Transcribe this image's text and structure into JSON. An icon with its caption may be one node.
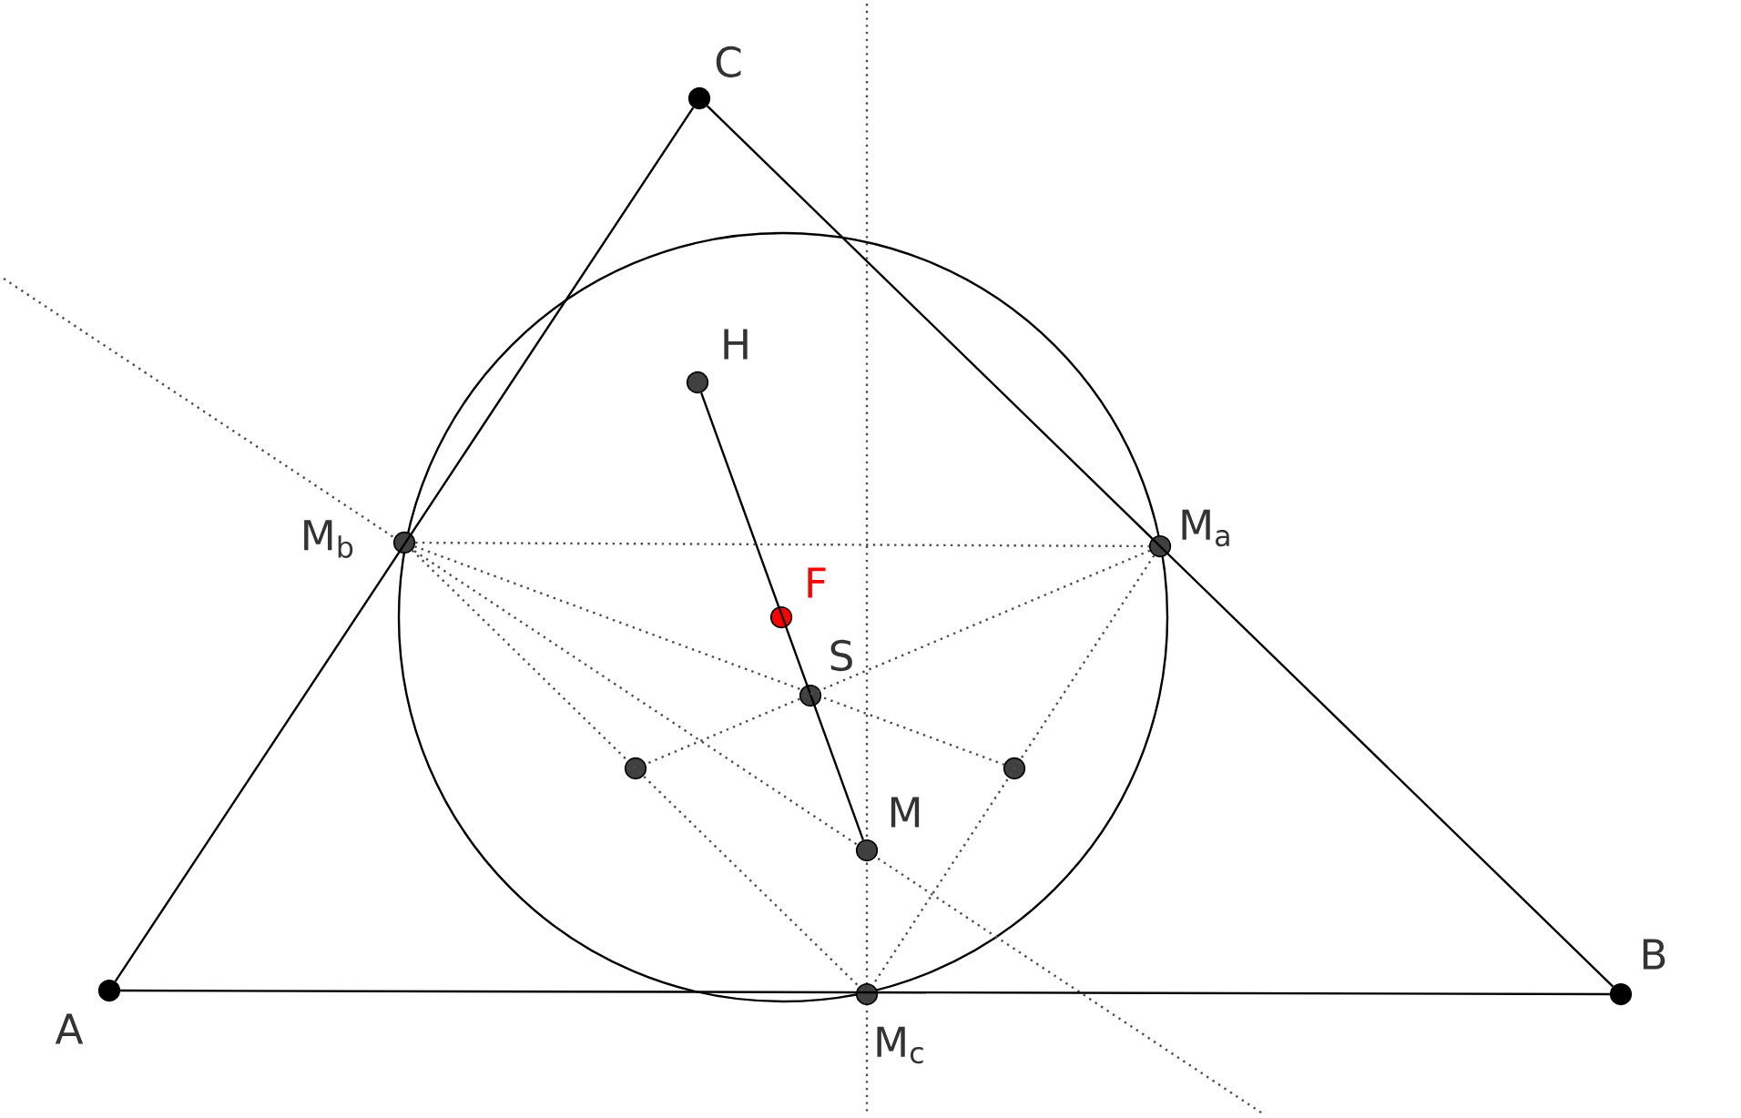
{
  "diagram": {
    "nodes": [
      {
        "text": [
          "A"
        ]
      },
      {
        "text": [
          "B"
        ]
      },
      {
        "text": [
          "C"
        ]
      },
      {
        "text": [
          "M$_{a}$"
        ]
      },
      {
        "text": [
          "M$_{b}$"
        ]
      },
      {
        "text": [
          "M$_{c}$"
        ]
      },
      {
        "text": [
          "H"
        ]
      },
      {
        "text": [
          "F"
        ]
      },
      {
        "text": [
          "S"
        ]
      },
      {
        "text": [
          "M"
        ]
      },
      {
        "text": [],
        "shape": "circle"
      },
      {
        "text": [],
        "shape": "circle"
      }
    ],
    "edges": [
      {
        "from": 0,
        "to": 1,
        "arrow": "none"
      },
      {
        "from": 1,
        "to": 2,
        "arrow": "none"
      },
      {
        "from": 2,
        "to": 0,
        "arrow": "none"
      },
      {
        "from": 6,
        "to": 9,
        "arrow": "none"
      },
      {
        "from": 4,
        "to": 3,
        "arrow": "none",
        "style": "dashed"
      },
      {
        "from": 4,
        "to": 5,
        "arrow": "none",
        "style": "dashed"
      },
      {
        "from": 3,
        "to": 5,
        "arrow": "none",
        "style": "dashed"
      },
      {
        "from": 3,
        "to": 10,
        "arrow": "none",
        "style": "dashed"
      },
      {
        "from": 4,
        "to": 11,
        "arrow": "none",
        "style": "dashed"
      }
    ]
  }
}
